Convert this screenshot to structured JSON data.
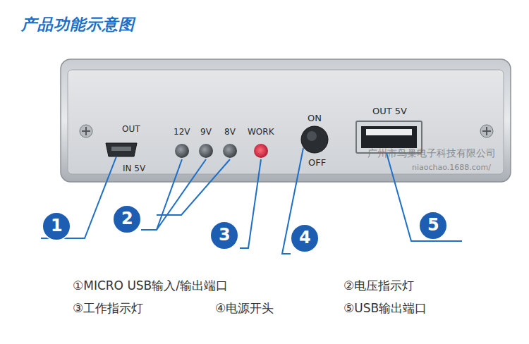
{
  "diagram": {
    "title": "产品功能示意图",
    "labels": [
      "OUT",
      "IN 5V",
      "12V",
      "9V",
      "8V",
      "WORK",
      "ON",
      "OFF",
      "OUT 5V",
      "广州市鸟巢电子科技有限公司",
      "niaochao.1688.com/",
      "1",
      "2",
      "3",
      "4",
      "5",
      "①MICRO USB输入/输出端口",
      "②电压指示灯",
      "③工作指示灯",
      "④电源开头",
      "⑤USB输出端口"
    ]
  }
}
